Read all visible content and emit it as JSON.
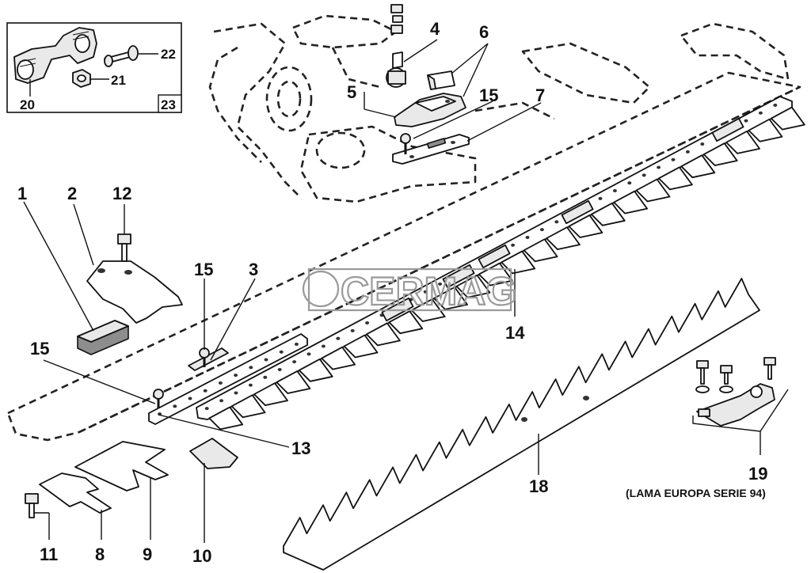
{
  "callouts": {
    "c1": "1",
    "c2": "2",
    "c3": "3",
    "c4": "4",
    "c5": "5",
    "c6": "6",
    "c7": "7",
    "c8": "8",
    "c9": "9",
    "c10": "10",
    "c11": "11",
    "c12": "12",
    "c13": "13",
    "c14": "14",
    "c15a": "15",
    "c15b": "15",
    "c15c": "15",
    "c18": "18",
    "c19": "19"
  },
  "inset": {
    "c20": "20",
    "c21": "21",
    "c22": "22",
    "c23": "23"
  },
  "note": "(LAMA EUROPA SERIE 94)",
  "watermark": "CERMAG",
  "colors": {
    "line": "#111111",
    "watermark": "#9a9a9a",
    "part_shade": "#e9e9e9"
  }
}
